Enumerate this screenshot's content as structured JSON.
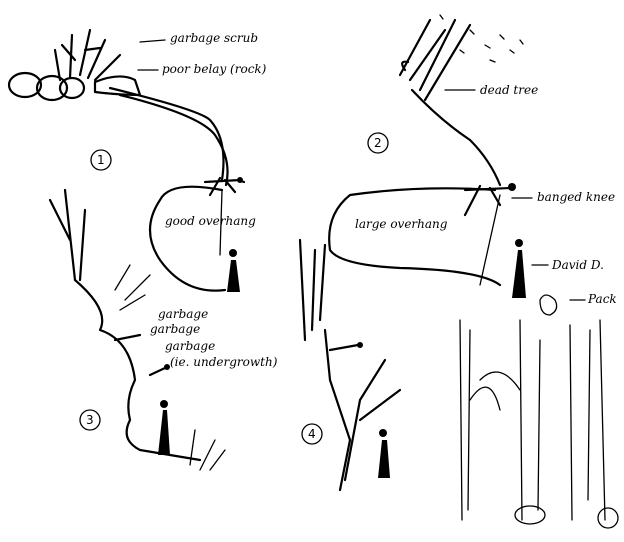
{
  "panels": [
    {
      "number": "1",
      "labels": {
        "scrub": "garbage scrub",
        "belay": "poor belay (rock)",
        "overhang": "good overhang"
      }
    },
    {
      "number": "2",
      "labels": {
        "tree": "dead tree",
        "knee": "banged knee",
        "overhang": "large overhang",
        "person": "David D.",
        "pack": "Pack"
      }
    },
    {
      "number": "3",
      "labels": {
        "line1": "garbage",
        "line2": "garbage",
        "line3": "garbage",
        "line4": "(ie. undergrowth)"
      }
    },
    {
      "number": "4"
    }
  ]
}
